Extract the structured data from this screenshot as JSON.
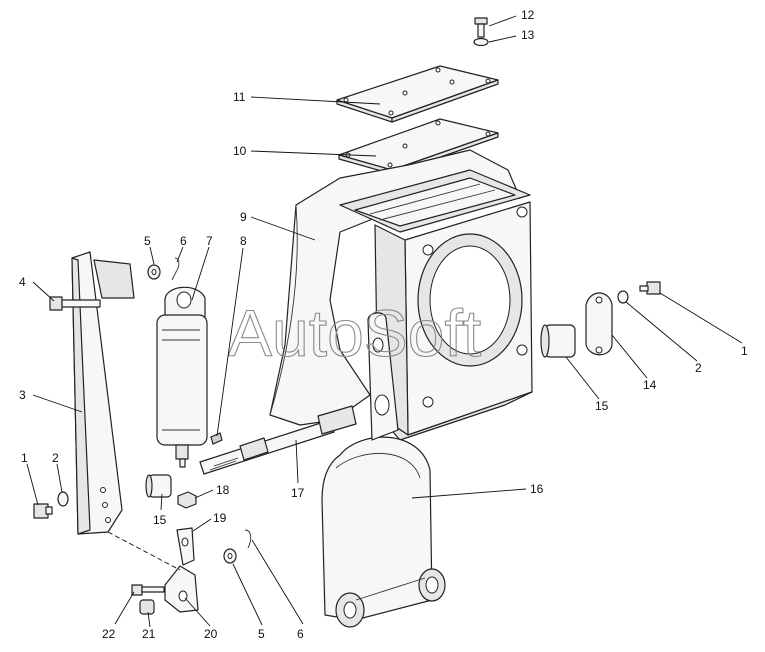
{
  "watermark": "AutoSoft",
  "callouts": [
    {
      "id": "c12",
      "number": "12"
    },
    {
      "id": "c13",
      "number": "13"
    },
    {
      "id": "c11",
      "number": "11"
    },
    {
      "id": "c10",
      "number": "10"
    },
    {
      "id": "c9",
      "number": "9"
    },
    {
      "id": "c5a",
      "number": "5"
    },
    {
      "id": "c6a",
      "number": "6"
    },
    {
      "id": "c7",
      "number": "7"
    },
    {
      "id": "c8",
      "number": "8"
    },
    {
      "id": "c4",
      "number": "4"
    },
    {
      "id": "c3",
      "number": "3"
    },
    {
      "id": "c1a",
      "number": "1"
    },
    {
      "id": "c2a",
      "number": "2"
    },
    {
      "id": "c15a",
      "number": "15"
    },
    {
      "id": "c18",
      "number": "18"
    },
    {
      "id": "c19",
      "number": "19"
    },
    {
      "id": "c17",
      "number": "17"
    },
    {
      "id": "c16",
      "number": "16"
    },
    {
      "id": "c22",
      "number": "22"
    },
    {
      "id": "c21",
      "number": "21"
    },
    {
      "id": "c20",
      "number": "20"
    },
    {
      "id": "c5b",
      "number": "5"
    },
    {
      "id": "c6b",
      "number": "6"
    },
    {
      "id": "c1b",
      "number": "1"
    },
    {
      "id": "c2b",
      "number": "2"
    },
    {
      "id": "c14",
      "number": "14"
    },
    {
      "id": "c15b",
      "number": "15"
    }
  ]
}
